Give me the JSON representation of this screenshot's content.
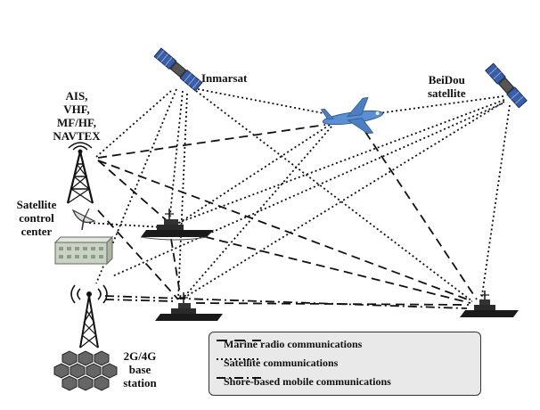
{
  "labels": {
    "inmarsat": "Inmarsat",
    "beidou_line1": "BeiDou",
    "beidou_line2": "satellite",
    "ais_line1": "AIS,",
    "ais_line2": "VHF,",
    "ais_line3": "MF/HF,",
    "ais_line4": "NAVTEX",
    "satcc_line1": "Satellite",
    "satcc_line2": "control",
    "satcc_line3": "center",
    "base_line1": "2G/4G",
    "base_line2": "base",
    "base_line3": "station"
  },
  "legend": {
    "items": [
      {
        "style": "dashed",
        "label": "Marine radio communications"
      },
      {
        "style": "dotted",
        "label": "Satellite communications"
      },
      {
        "style": "dashdot",
        "label": "Shore-based mobile communications"
      }
    ]
  },
  "icons": [
    "satellite-icon",
    "airplane-icon",
    "radio-tower-icon",
    "dish-icon",
    "ship-icon",
    "cell-tower-icon"
  ],
  "colors": {
    "line": "#111111",
    "satellite_panel": "#3a5fa8",
    "airplane": "#5b8fd1",
    "ship": "#1a1a1a",
    "control_center": "#c9d3c3",
    "legend_bg": "#e9e9e9"
  }
}
